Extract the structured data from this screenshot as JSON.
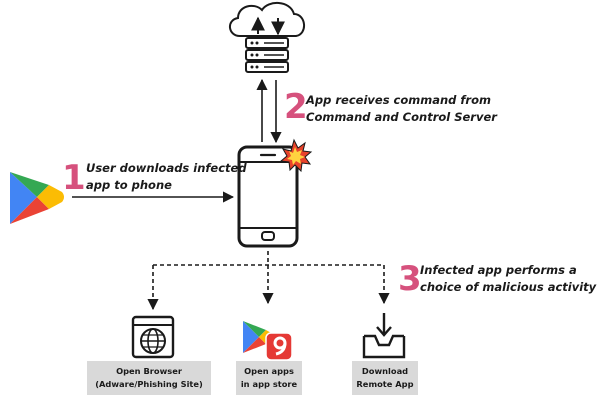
{
  "steps": [
    {
      "number": "1",
      "lines": [
        "User downloads infected",
        "app to phone"
      ]
    },
    {
      "number": "2",
      "lines": [
        "App receives command from",
        "Command and Control Server"
      ]
    },
    {
      "number": "3",
      "lines": [
        "Infected app performs a",
        "choice of malicious activity"
      ]
    }
  ],
  "outcomes": [
    {
      "lines": [
        "Open Browser",
        "(Adware/Phishing Site)"
      ],
      "icon": "globe-browser-icon"
    },
    {
      "lines": [
        "Open apps",
        "in app store"
      ],
      "icon": "play-store-apps-icon"
    },
    {
      "lines": [
        "Download",
        "Remote App"
      ],
      "icon": "download-tray-icon"
    }
  ],
  "colors": {
    "step_number": "#d6517d",
    "box_fill": "#d9d9d9",
    "line": "#1a1a1a",
    "burst_outer": "#e8432b",
    "burst_inner": "#ffd23f",
    "play_blue": "#4285F4",
    "play_green": "#34A853",
    "play_yellow": "#FBBC04",
    "play_red": "#EA4335"
  },
  "icons": [
    "cloud-server-icon",
    "smartphone-icon",
    "burst-icon",
    "play-store-icon"
  ]
}
